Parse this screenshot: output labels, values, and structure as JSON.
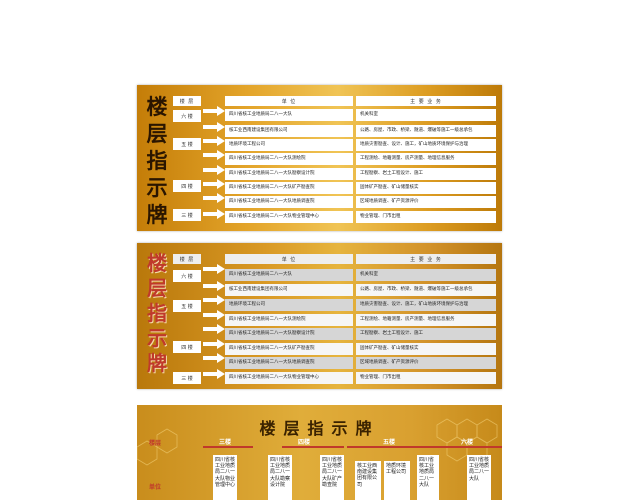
{
  "boards": {
    "top": {
      "title_chars": [
        "楼",
        "层",
        "指",
        "示",
        "牌"
      ],
      "header": {
        "floor": "楼 层",
        "unit": "单 位",
        "business": "主 要 业 务"
      },
      "floors": [
        "六 楼",
        "五 楼",
        "四 楼",
        "三 楼"
      ],
      "rows": [
        {
          "unit": "四川省核工业地质局二八一大队",
          "business": "机关科室"
        },
        {
          "unit": "核工业西南建设集团有限公司",
          "business": "公路、房屋、市政、桥梁、隧道、爆破等施工一级总承包"
        },
        {
          "unit": "地质环境工程公司",
          "business": "地质灾害勘查、设计、施工，矿山地质环境保护与治理"
        },
        {
          "unit": "四川省核工业地质局二八一大队测绘院",
          "business": "工程测绘、地籍测量、房产测量、地理信息服务"
        },
        {
          "unit": "四川省核工业地质局二八一大队勘察设计院",
          "business": "工程勘察、岩土工程设计、施工"
        },
        {
          "unit": "四川省核工业地质局二八一大队矿产勘查院",
          "business": "固体矿产勘查、矿山储量核实"
        },
        {
          "unit": "四川省核工业地质局二八一大队地质调查院",
          "business": "区域地质调查、矿产资源评价"
        },
        {
          "unit": "四川省核工业地质局二八一大队物业管理中心",
          "business": "物业管理、门市出租"
        }
      ]
    },
    "middle": {
      "title_chars": [
        "楼",
        "层",
        "指",
        "示",
        "牌"
      ],
      "header": {
        "floor": "楼 层",
        "unit": "单 位",
        "business": "主 要 业 务"
      },
      "floors": [
        "六 楼",
        "五 楼",
        "四 楼",
        "三 楼"
      ],
      "rows": [
        {
          "unit": "四川省核工业地质局二八一大队",
          "business": "机关科室"
        },
        {
          "unit": "核工业西南建设集团有限公司",
          "business": "公路、房屋、市政、桥梁、隧道、爆破等施工一级总承包"
        },
        {
          "unit": "地质环境工程公司",
          "business": "地质灾害勘查、设计、施工，矿山地质环境保护与治理"
        },
        {
          "unit": "四川省核工业地质局二八一大队测绘院",
          "business": "工程测绘、地籍测量、房产测量、地理信息服务"
        },
        {
          "unit": "四川省核工业地质局二八一大队勘察设计院",
          "business": "工程勘察、岩土工程设计、施工"
        },
        {
          "unit": "四川省核工业地质局二八一大队矿产勘查院",
          "business": "固体矿产勘查、矿山储量核实"
        },
        {
          "unit": "四川省核工业地质局二八一大队地质调查院",
          "business": "区域地质调查、矿产资源评价"
        },
        {
          "unit": "四川省核工业地质局二八一大队物业管理中心",
          "business": "物业管理、门市出租"
        }
      ]
    },
    "bottom": {
      "title": "楼层指示牌",
      "row_labels": [
        "楼层",
        "单位"
      ],
      "floors": [
        "三楼",
        "四楼",
        "五楼",
        "六楼"
      ],
      "cells": [
        "四川省核工业地质局二八一大队物业管理中心",
        "四川省核工业地质局二八一大队勘察设计院",
        "四川省核工业地质局二八一大队矿产勘查院",
        "核工业西南建设集团有限公司",
        "地质环境工程公司",
        "四川省核工业地质局二八一大队",
        "四川省核工业地质局二八一大队"
      ]
    }
  }
}
